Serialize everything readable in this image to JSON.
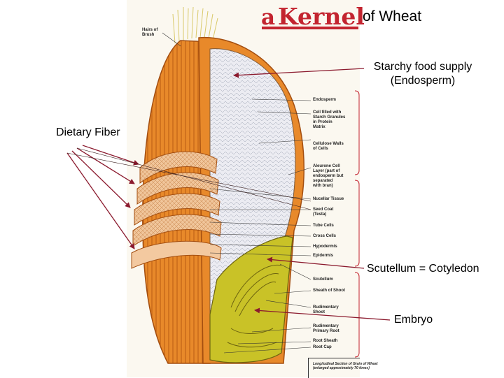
{
  "title": {
    "prefix": "a",
    "word": "Kernel",
    "rest": "of Wheat"
  },
  "callouts": {
    "starch_line1": "Starchy food supply",
    "starch_line2": "(Endosperm)",
    "fiber": "Dietary Fiber",
    "scutellum": "Scutellum = Cotyledon",
    "embryo": "Embryo"
  },
  "labels": {
    "hairs": [
      "Hairs of",
      "Brush"
    ],
    "endosperm": [
      "Endosperm"
    ],
    "cell_filled": [
      "Cell filled with",
      "Starch Granules",
      "in Protein",
      "Matrix"
    ],
    "cellulose": [
      "Cellulose Walls",
      "of Cells"
    ],
    "aleurone": [
      "Aleurone Cell",
      "Layer (part of",
      "endosperm but",
      "separated",
      "with bran)"
    ],
    "nucellar": [
      "Nucellar Tissue"
    ],
    "seed_coat": [
      "Seed Coat",
      "(Testa)"
    ],
    "tube": [
      "Tube Cells"
    ],
    "cross": [
      "Cross Cells"
    ],
    "hypodermis": [
      "Hypodermis"
    ],
    "epidermis": [
      "Epidermis"
    ],
    "scutellum": [
      "Scutellum"
    ],
    "sheath_shoot": [
      "Sheath of Shoot"
    ],
    "rudimentary_shoot": [
      "Rudimentary",
      "Shoot"
    ],
    "rudimentary_root": [
      "Rudimentary",
      "Primary Root"
    ],
    "root_sheath": [
      "Root Sheath"
    ],
    "root_cap": [
      "Root Cap"
    ]
  },
  "caption": [
    "Longitudinal Section of Grain of Wheat",
    "(enlarged approximately 70 times)"
  ],
  "colors": {
    "bran_orange": "#e8892a",
    "bran_dark": "#b85a12",
    "endosperm": "#e9e9ee",
    "embryo": "#c9c227",
    "arrow": "#8b1a2e",
    "title_red": "#c3242f"
  }
}
